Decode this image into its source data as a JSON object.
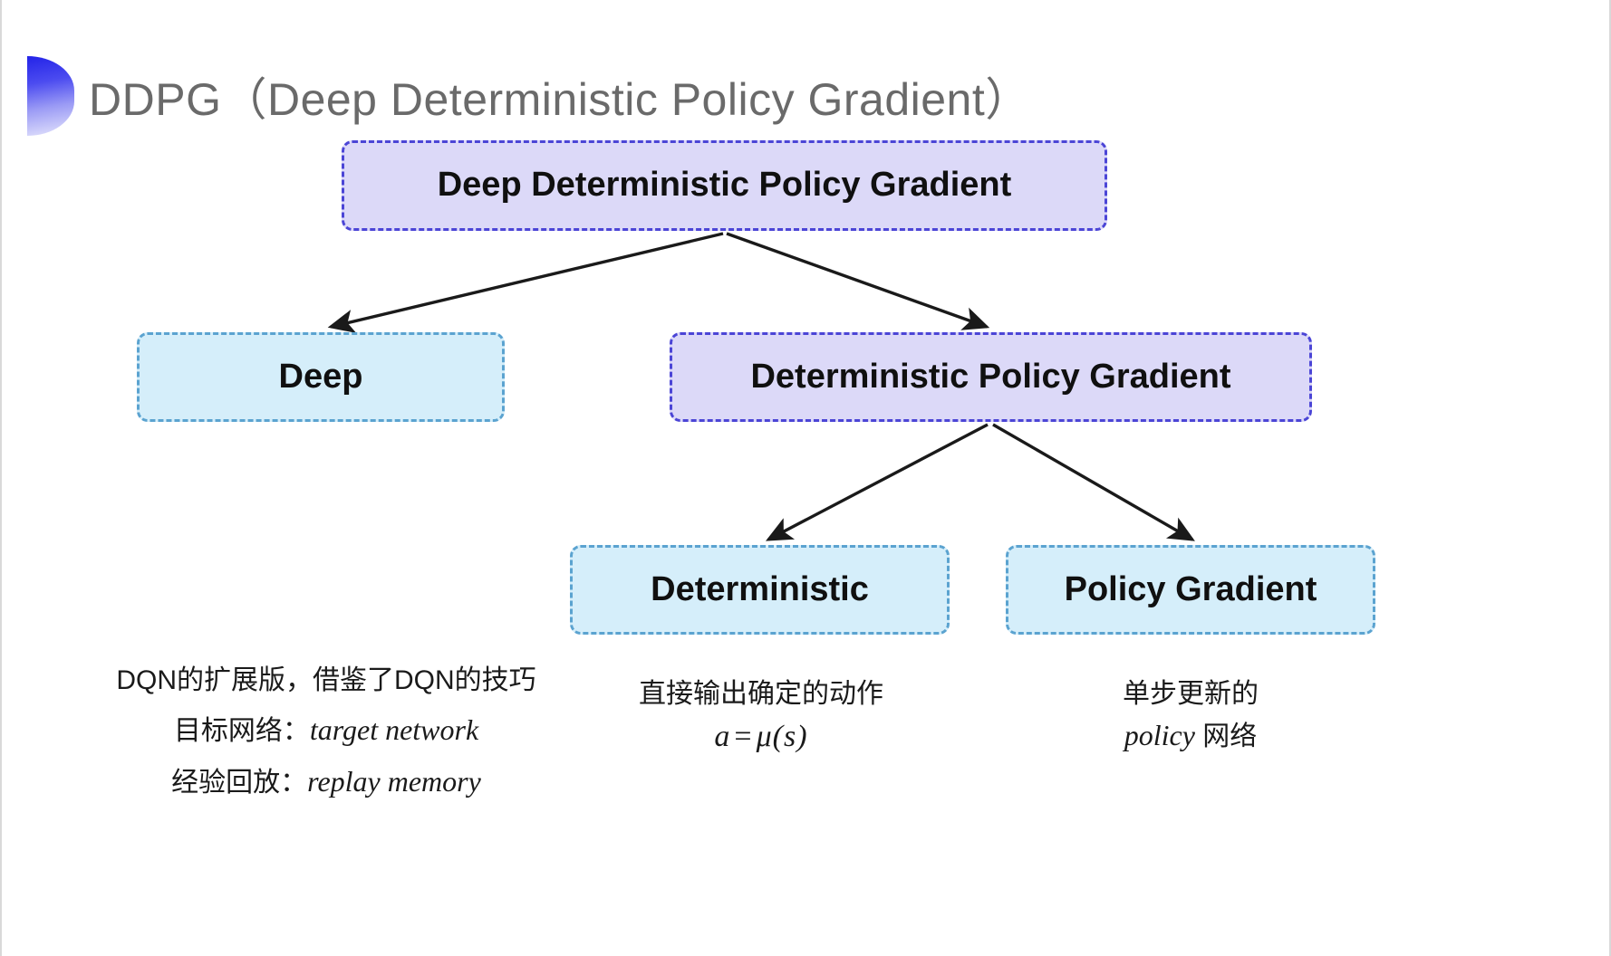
{
  "slide": {
    "title": "DDPG（Deep Deterministic Policy Gradient）",
    "background_color": "#ffffff"
  },
  "colors": {
    "purple_fill": "#dcd9f8",
    "purple_border": "#4b45d6",
    "blue_fill": "#d5eefa",
    "blue_border": "#5ba3d0",
    "title_text": "#6a6a6a",
    "bullet_gradient_start": "#2323e8",
    "bullet_gradient_end": "#e6e6fc",
    "arrow_color": "#1a1a1a"
  },
  "diagram": {
    "nodes": [
      {
        "id": "root",
        "label": "Deep Deterministic Policy Gradient",
        "style": "purple"
      },
      {
        "id": "deep",
        "label": "Deep",
        "style": "blue"
      },
      {
        "id": "dpg",
        "label": "Deterministic Policy Gradient",
        "style": "purple"
      },
      {
        "id": "det",
        "label": "Deterministic",
        "style": "blue"
      },
      {
        "id": "pg",
        "label": "Policy Gradient",
        "style": "blue"
      }
    ],
    "edges": [
      {
        "from": "root",
        "to": "deep"
      },
      {
        "from": "root",
        "to": "dpg"
      },
      {
        "from": "dpg",
        "to": "det"
      },
      {
        "from": "dpg",
        "to": "pg"
      }
    ]
  },
  "captions": {
    "deep": {
      "line1": "DQN的扩展版，借鉴了DQN的技巧",
      "line2_label": "目标网络：",
      "line2_term": "target network",
      "line3_label": "经验回放：",
      "line3_term": "replay memory"
    },
    "deterministic": {
      "line1": "直接输出确定的动作",
      "formula_lhs": "a",
      "formula_op": "=",
      "formula_rhs": "μ(s)"
    },
    "policy_gradient": {
      "line1": "单步更新的",
      "line2_term": "policy",
      "line2_suffix": " 网络"
    }
  }
}
